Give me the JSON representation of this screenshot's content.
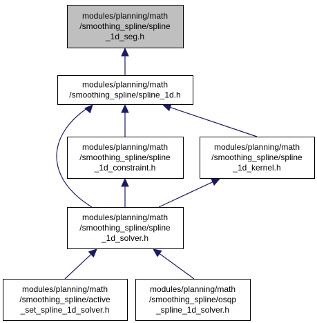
{
  "diagram": {
    "colors": {
      "edge": "#191970",
      "highlight_fill": "#bfbfbf",
      "node_fill": "#ffffff",
      "border": "#000000"
    },
    "nodes": [
      {
        "id": "spline_1d_seg",
        "lines": [
          "modules/planning/math",
          "/smoothing_spline/spline",
          "_1d_seg.h"
        ],
        "highlighted": true
      },
      {
        "id": "spline_1d",
        "lines": [
          "modules/planning/math",
          "/smoothing_spline/spline_1d.h"
        ],
        "highlighted": false
      },
      {
        "id": "spline_1d_constraint",
        "lines": [
          "modules/planning/math",
          "/smoothing_spline/spline",
          "_1d_constraint.h"
        ],
        "highlighted": false
      },
      {
        "id": "spline_1d_kernel",
        "lines": [
          "modules/planning/math",
          "/smoothing_spline/spline",
          "_1d_kernel.h"
        ],
        "highlighted": false
      },
      {
        "id": "spline_1d_solver",
        "lines": [
          "modules/planning/math",
          "/smoothing_spline/spline",
          "_1d_solver.h"
        ],
        "highlighted": false
      },
      {
        "id": "active_set_spline_1d_solver",
        "lines": [
          "modules/planning/math",
          "/smoothing_spline/active",
          "_set_spline_1d_solver.h"
        ],
        "highlighted": false
      },
      {
        "id": "osqp_spline_1d_solver",
        "lines": [
          "modules/planning/math",
          "/smoothing_spline/osqp",
          "_spline_1d_solver.h"
        ],
        "highlighted": false
      }
    ],
    "edges": [
      {
        "from": "spline_1d",
        "to": "spline_1d_seg"
      },
      {
        "from": "spline_1d_constraint",
        "to": "spline_1d"
      },
      {
        "from": "spline_1d_kernel",
        "to": "spline_1d"
      },
      {
        "from": "spline_1d_solver",
        "to": "spline_1d"
      },
      {
        "from": "spline_1d_solver",
        "to": "spline_1d_constraint"
      },
      {
        "from": "spline_1d_solver",
        "to": "spline_1d_kernel"
      },
      {
        "from": "active_set_spline_1d_solver",
        "to": "spline_1d_solver"
      },
      {
        "from": "osqp_spline_1d_solver",
        "to": "spline_1d_solver"
      }
    ]
  }
}
